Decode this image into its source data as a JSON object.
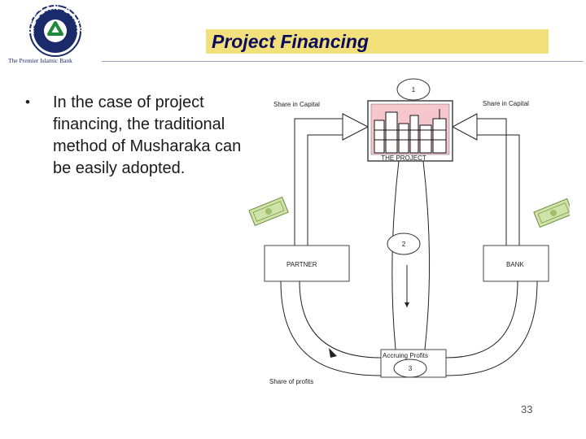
{
  "header": {
    "logo_text": "MEEZAN BANK",
    "tagline": "The Premier Islamic Bank",
    "title": "Project Financing"
  },
  "bullet": {
    "marker": "•",
    "text": "In the case of project financing, the traditional method of Musharaka can be easily adopted."
  },
  "diagram": {
    "step1": "1",
    "step2": "2",
    "step3": "3",
    "share_capital_left": "Share in Capital",
    "share_capital_right": "Share in Capital",
    "project_label": "THE PROJECT",
    "partner_label": "PARTNER",
    "bank_label": "BANK",
    "accruing_profits": "Accruing Profits",
    "share_profits": "Share of profits"
  },
  "footer": {
    "page_number": "33"
  },
  "colors": {
    "title_bar": "#f2e07a",
    "title_text": "#0a0a5e",
    "logo_blue": "#1b2a6b",
    "logo_green": "#1f8a3a",
    "project_bg": "#f5c6cb"
  }
}
